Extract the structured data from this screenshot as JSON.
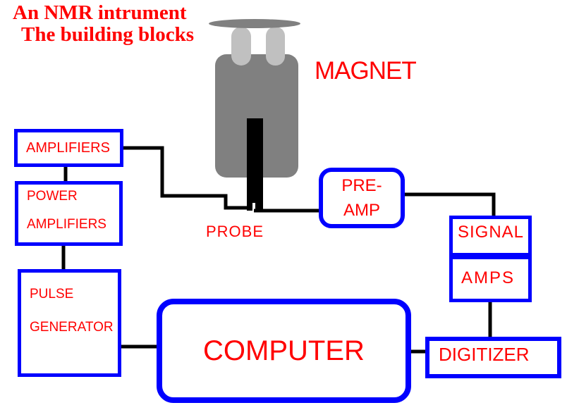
{
  "title": {
    "line1": "An NMR intrument",
    "line2": "The building blocks"
  },
  "labels": {
    "magnet": "MAGNET",
    "probe": "PROBE"
  },
  "blocks": {
    "amplifiers": {
      "label": "AMPLIFIERS"
    },
    "power_amplifiers": {
      "line1": "POWER",
      "line2": "AMPLIFIERS"
    },
    "pulse_generator": {
      "line1": "PULSE",
      "line2": "GENERATOR"
    },
    "pre_amp": {
      "line1": "PRE-",
      "line2": "AMP"
    },
    "signal_amps": {
      "line1": "SIGNAL",
      "line2": "AMPS"
    },
    "digitizer": {
      "label": "DIGITIZER"
    },
    "computer": {
      "label": "COMPUTER"
    }
  },
  "connections": [
    {
      "from": "amplifiers",
      "to": "probe"
    },
    {
      "from": "amplifiers",
      "to": "power_amplifiers"
    },
    {
      "from": "power_amplifiers",
      "to": "pulse_generator"
    },
    {
      "from": "pulse_generator",
      "to": "computer"
    },
    {
      "from": "probe",
      "to": "pre_amp"
    },
    {
      "from": "pre_amp",
      "to": "signal_amps"
    },
    {
      "from": "signal_amps",
      "to": "digitizer"
    },
    {
      "from": "computer",
      "to": "digitizer"
    }
  ],
  "colors": {
    "background": "#ffffff",
    "text_red": "#ff0000",
    "box_border_blue": "#0000ff",
    "wire_black": "#000000",
    "magnet_dark_gray": "#808080",
    "magnet_light_gray": "#c0c0c0",
    "probe_black": "#000000"
  }
}
